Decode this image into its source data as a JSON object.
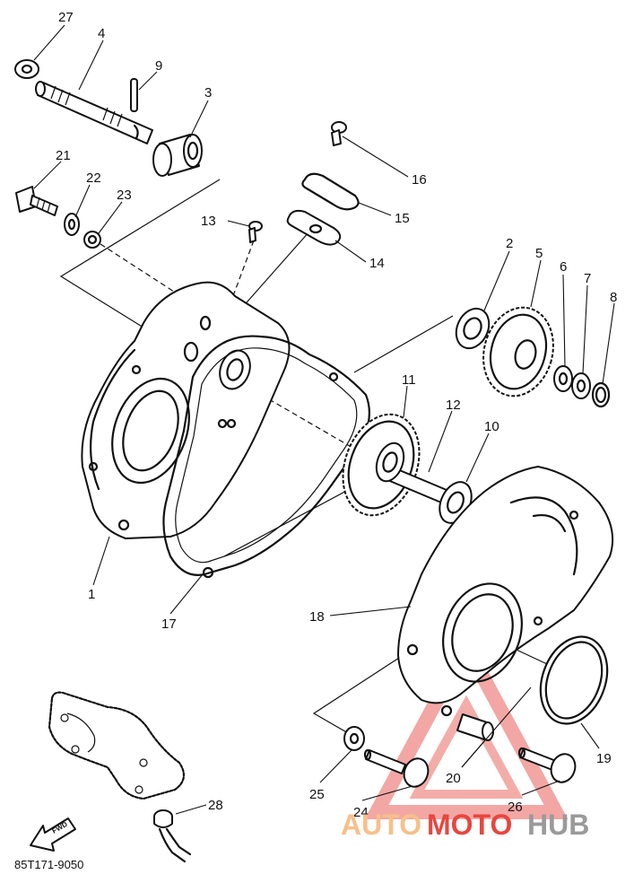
{
  "diagram": {
    "part_numbers": {
      "p1": "1",
      "p2": "2",
      "p3": "3",
      "p4": "4",
      "p5": "5",
      "p6": "6",
      "p7": "7",
      "p8": "8",
      "p9": "9",
      "p10": "10",
      "p11": "11",
      "p12": "12",
      "p13": "13",
      "p14": "14",
      "p15": "15",
      "p16": "16",
      "p17": "17",
      "p18": "18",
      "p19": "19",
      "p20": "20",
      "p21": "21",
      "p22": "22",
      "p23": "23",
      "p24": "24",
      "p25": "25",
      "p26": "26",
      "p27": "27",
      "p28": "28"
    },
    "drawing_code": "85T171-9050",
    "fwd_label": "FWD",
    "watermark": {
      "part1": "AUTO",
      "part2": "MOTO",
      "part3": "HUB",
      "color_auto": "#f7c08a",
      "color_moto": "#e8463f",
      "color_hub": "#9a9a9a"
    }
  }
}
